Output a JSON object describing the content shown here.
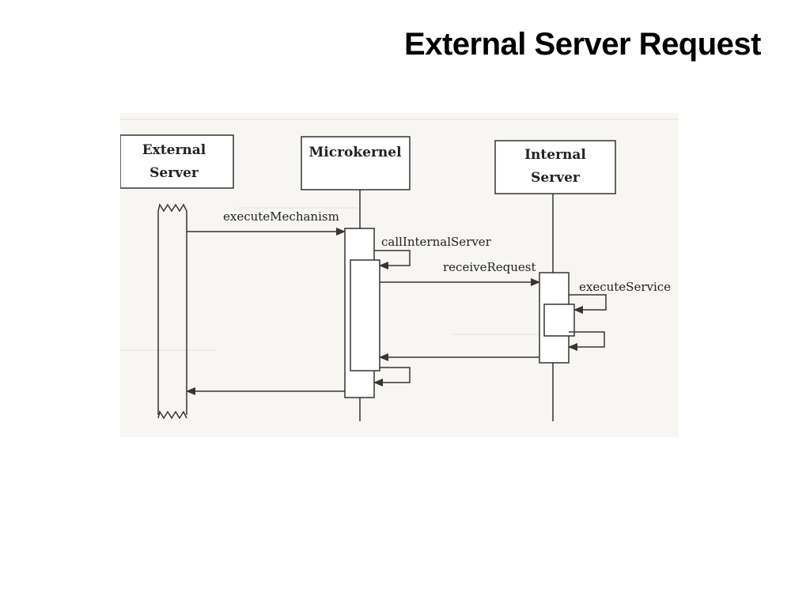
{
  "slide": {
    "title": "External Server Request"
  },
  "diagram": {
    "participants": [
      {
        "id": "external",
        "line1": "External",
        "line2": "Server"
      },
      {
        "id": "microkernel",
        "line1": "Microkernel",
        "line2": ""
      },
      {
        "id": "internal",
        "line1": "Internal",
        "line2": "Server"
      }
    ],
    "messages": [
      {
        "id": "m1",
        "label": "executeMechanism",
        "from": "External Server",
        "to": "Microkernel"
      },
      {
        "id": "m2",
        "label": "callInternalServer",
        "from": "Microkernel",
        "to": "Microkernel"
      },
      {
        "id": "m3",
        "label": "receiveRequest",
        "from": "Microkernel",
        "to": "Internal Server"
      },
      {
        "id": "m4",
        "label": "executeService",
        "from": "Internal Server",
        "to": "Internal Server"
      },
      {
        "id": "m5",
        "label": "",
        "from": "Internal Server",
        "to": "Internal Server"
      },
      {
        "id": "m6",
        "label": "",
        "from": "Internal Server",
        "to": "Microkernel"
      },
      {
        "id": "m7",
        "label": "",
        "from": "Microkernel",
        "to": "Microkernel"
      },
      {
        "id": "m8",
        "label": "",
        "from": "Microkernel",
        "to": "External Server"
      }
    ]
  }
}
